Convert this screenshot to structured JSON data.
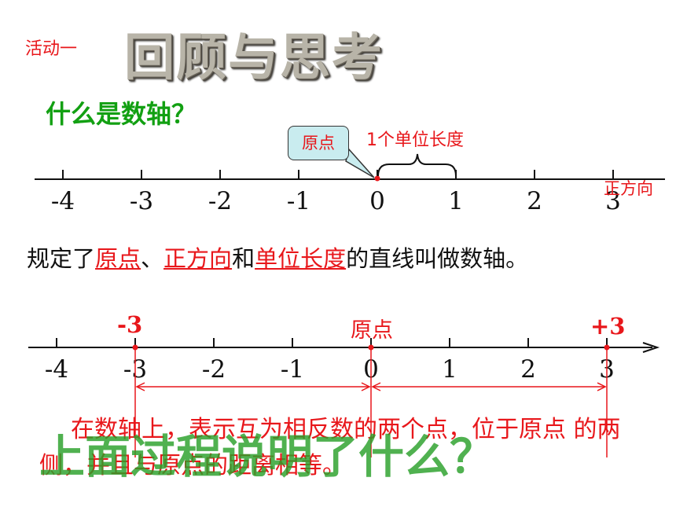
{
  "header": {
    "activity_label": "活动一",
    "title": "回顾与思考"
  },
  "question": "什么是数轴？",
  "axis1": {
    "callout": "原点",
    "unit_label": "1个单位长度",
    "direction_label": "正方向",
    "ticks": [
      "-4",
      "-3",
      "-2",
      "-1",
      "0",
      "1",
      "2",
      "3"
    ]
  },
  "definition": {
    "part1": "规定了",
    "term1": "原点",
    "sep1": "、",
    "term2": "正方向",
    "part2": "和",
    "term3": "单位长度",
    "part3": "的直线叫做数轴。"
  },
  "axis2": {
    "minus3_label": "-3",
    "origin_label": "原点",
    "plus3_label": "+3",
    "ticks": [
      "-4",
      "-3",
      "-2",
      "-1",
      "0",
      "1",
      "2",
      "3"
    ]
  },
  "conclusion": "在数轴上，表示互为相反数的两个点，位于原点 的两侧，并且与原点的距离相等。",
  "overlay_question": "上面过程说明了什么？",
  "colors": {
    "accent_red": "#e8171b",
    "green": "#12a012",
    "callout_fill": "#c9ecef"
  }
}
